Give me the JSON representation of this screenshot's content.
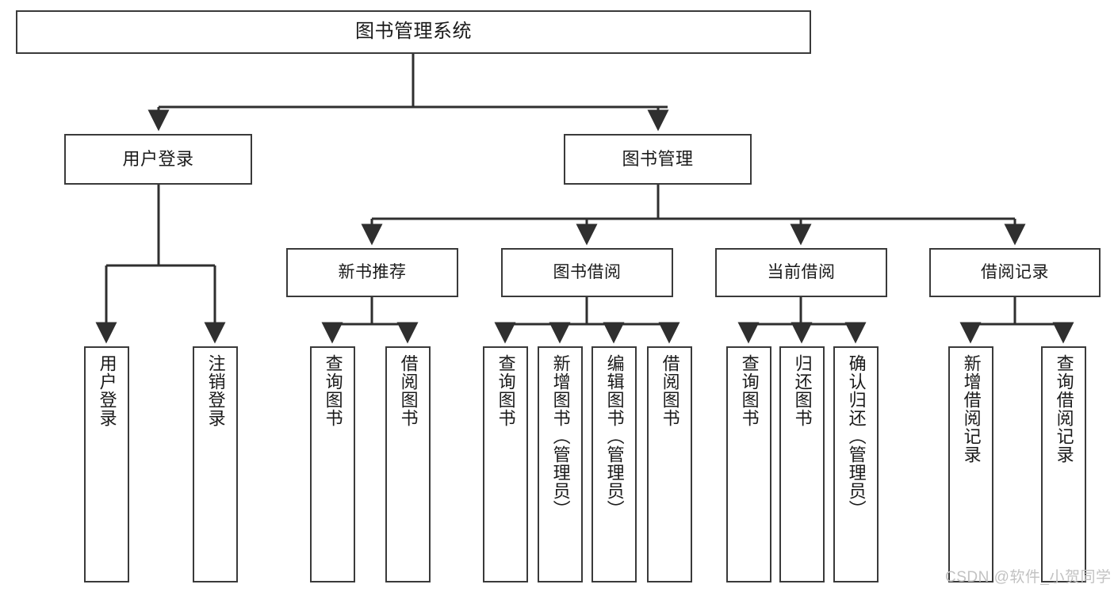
{
  "diagram": {
    "title": "图书管理系统",
    "type": "功能结构图",
    "root": {
      "label": "图书管理系统"
    },
    "level1": [
      {
        "label": "用户登录"
      },
      {
        "label": "图书管理"
      }
    ],
    "level2": [
      {
        "label": "新书推荐"
      },
      {
        "label": "图书借阅"
      },
      {
        "label": "当前借阅"
      },
      {
        "label": "借阅记录"
      }
    ],
    "leaves": {
      "user_login": [
        {
          "label": "用户登录"
        },
        {
          "label": "注销登录"
        }
      ],
      "new_book_recommend": [
        {
          "label": "查询图书"
        },
        {
          "label": "借阅图书"
        }
      ],
      "book_borrow": [
        {
          "label": "查询图书"
        },
        {
          "label": "新增图书（管理员）"
        },
        {
          "label": "编辑图书（管理员）"
        },
        {
          "label": "借阅图书"
        }
      ],
      "current_borrow": [
        {
          "label": "查询图书"
        },
        {
          "label": "归还图书"
        },
        {
          "label": "确认归还（管理员）"
        }
      ],
      "borrow_record": [
        {
          "label": "新增借阅记录"
        },
        {
          "label": "查询借阅记录"
        }
      ]
    }
  },
  "watermark": {
    "text": "CSDN @软件_小贺同学"
  },
  "colors": {
    "box_border": "#3a3a3a",
    "connector": "#2f2f2f",
    "text": "#1a1a1a",
    "background": "#ffffff",
    "watermark": "#c2c2c2"
  }
}
